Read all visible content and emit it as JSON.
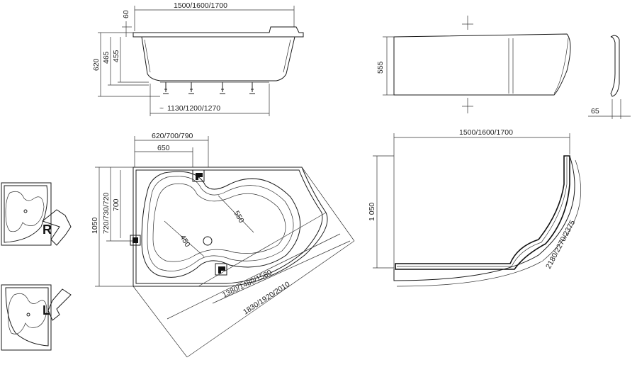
{
  "top_view": {
    "width_label": "1500/1600/1700",
    "rim_label": "60",
    "height_total_label": "620",
    "height_a_label": "465",
    "height_b_label": "455",
    "bottom_label": "1130/1200/1270"
  },
  "panel_view": {
    "height_label": "555",
    "depth_label": "65"
  },
  "plan_view": {
    "width_a_label": "620/700/790",
    "width_b_label": "650",
    "depth_total_label": "1050",
    "depth_a_label": "720/730/720",
    "depth_b_label": "700",
    "inner_a_label": "550",
    "inner_b_label": "450",
    "diag_a_label": "1380/1480/1580",
    "diag_b_label": "1830/1920/2010"
  },
  "panel_plan": {
    "width_label": "1500/1600/1700",
    "depth_label": "1 050",
    "arc_label": "2180/2270/2375"
  },
  "variants": {
    "right_label": "R",
    "left_label": "L"
  }
}
